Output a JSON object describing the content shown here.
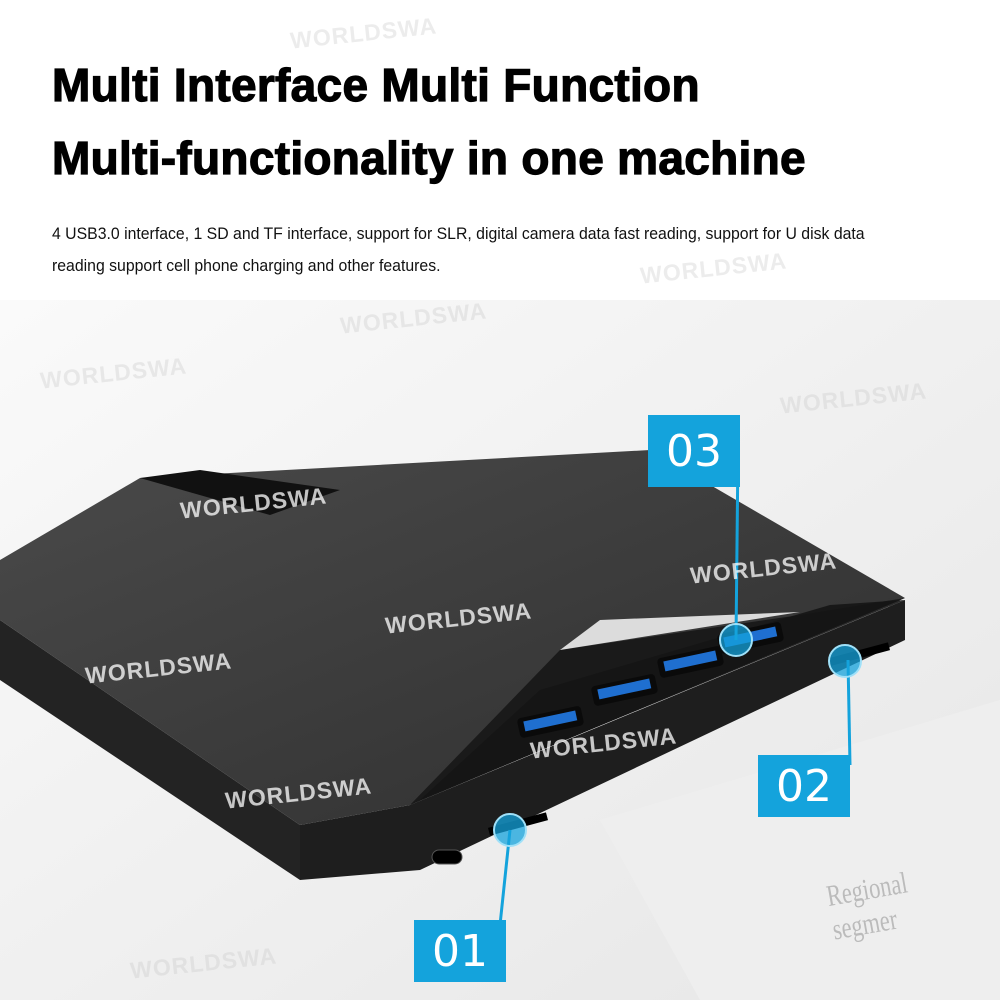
{
  "heading": {
    "line1": "Multi Interface Multi Function",
    "line2": "Multi-functionality in one machine"
  },
  "description": "4 USB3.0 interface, 1 SD and TF interface, support for SLR, digital camera data fast reading, support for U disk data reading support cell phone charging and other features.",
  "watermark": "WORLDSWA",
  "background_text": "Regional segmer",
  "callouts": {
    "c1": "01",
    "c2": "02",
    "c3": "03"
  },
  "colors": {
    "accent": "#14a3dc",
    "device": "#3a3a3a"
  }
}
